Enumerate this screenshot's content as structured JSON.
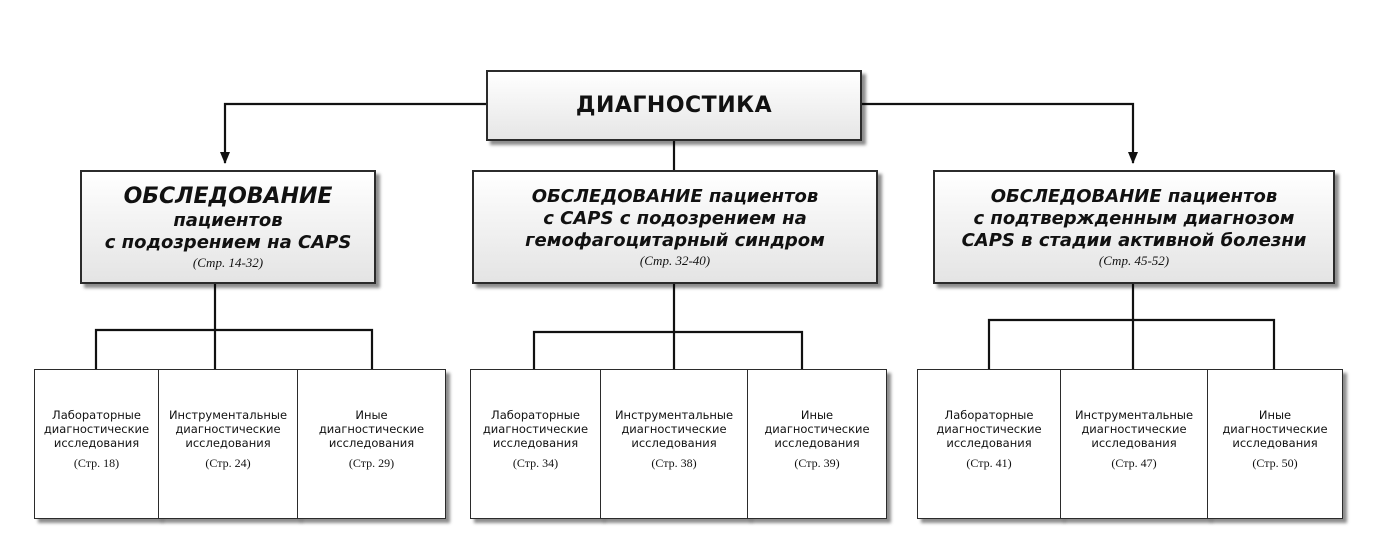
{
  "root": {
    "title": "ДИАГНОСТИКА"
  },
  "groups": [
    {
      "lines": [
        "ОБСЛЕДОВАНИЕ",
        "пациентов",
        "с подозрением на CAPS"
      ],
      "pages": "(Стр. 14-32)",
      "leaves": [
        {
          "lines": [
            "Лабораторные",
            "диагностические",
            "исследования"
          ],
          "pages": "(Стр. 18)"
        },
        {
          "lines": [
            "Инструментальные",
            "диагностические",
            "исследования"
          ],
          "pages": "(Стр. 24)"
        },
        {
          "lines": [
            "Иные",
            "диагностические",
            "исследования"
          ],
          "pages": "(Стр. 29)"
        }
      ]
    },
    {
      "lines": [
        "ОБСЛЕДОВАНИЕ пациентов",
        "с CAPS с подозрением на",
        "гемофагоцитарный синдром"
      ],
      "pages": "(Стр. 32-40)",
      "leaves": [
        {
          "lines": [
            "Лабораторные",
            "диагностические",
            "исследования"
          ],
          "pages": "(Стр. 34)"
        },
        {
          "lines": [
            "Инструментальные",
            "диагностические",
            "исследования"
          ],
          "pages": "(Стр. 38)"
        },
        {
          "lines": [
            "Иные",
            "диагностические",
            "исследования"
          ],
          "pages": "(Стр. 39)"
        }
      ]
    },
    {
      "lines": [
        "ОБСЛЕДОВАНИЕ пациентов",
        "с подтвержденным диагнозом",
        "CAPS в стадии активной болезни"
      ],
      "pages": "(Стр. 45-52)",
      "leaves": [
        {
          "lines": [
            "Лабораторные",
            "диагностические",
            "исследования"
          ],
          "pages": "(Стр. 41)"
        },
        {
          "lines": [
            "Инструментальные",
            "диагностические",
            "исследования"
          ],
          "pages": "(Стр. 47)"
        },
        {
          "lines": [
            "Иные",
            "диагностические",
            "исследования"
          ],
          "pages": "(Стр. 50)"
        }
      ]
    }
  ]
}
